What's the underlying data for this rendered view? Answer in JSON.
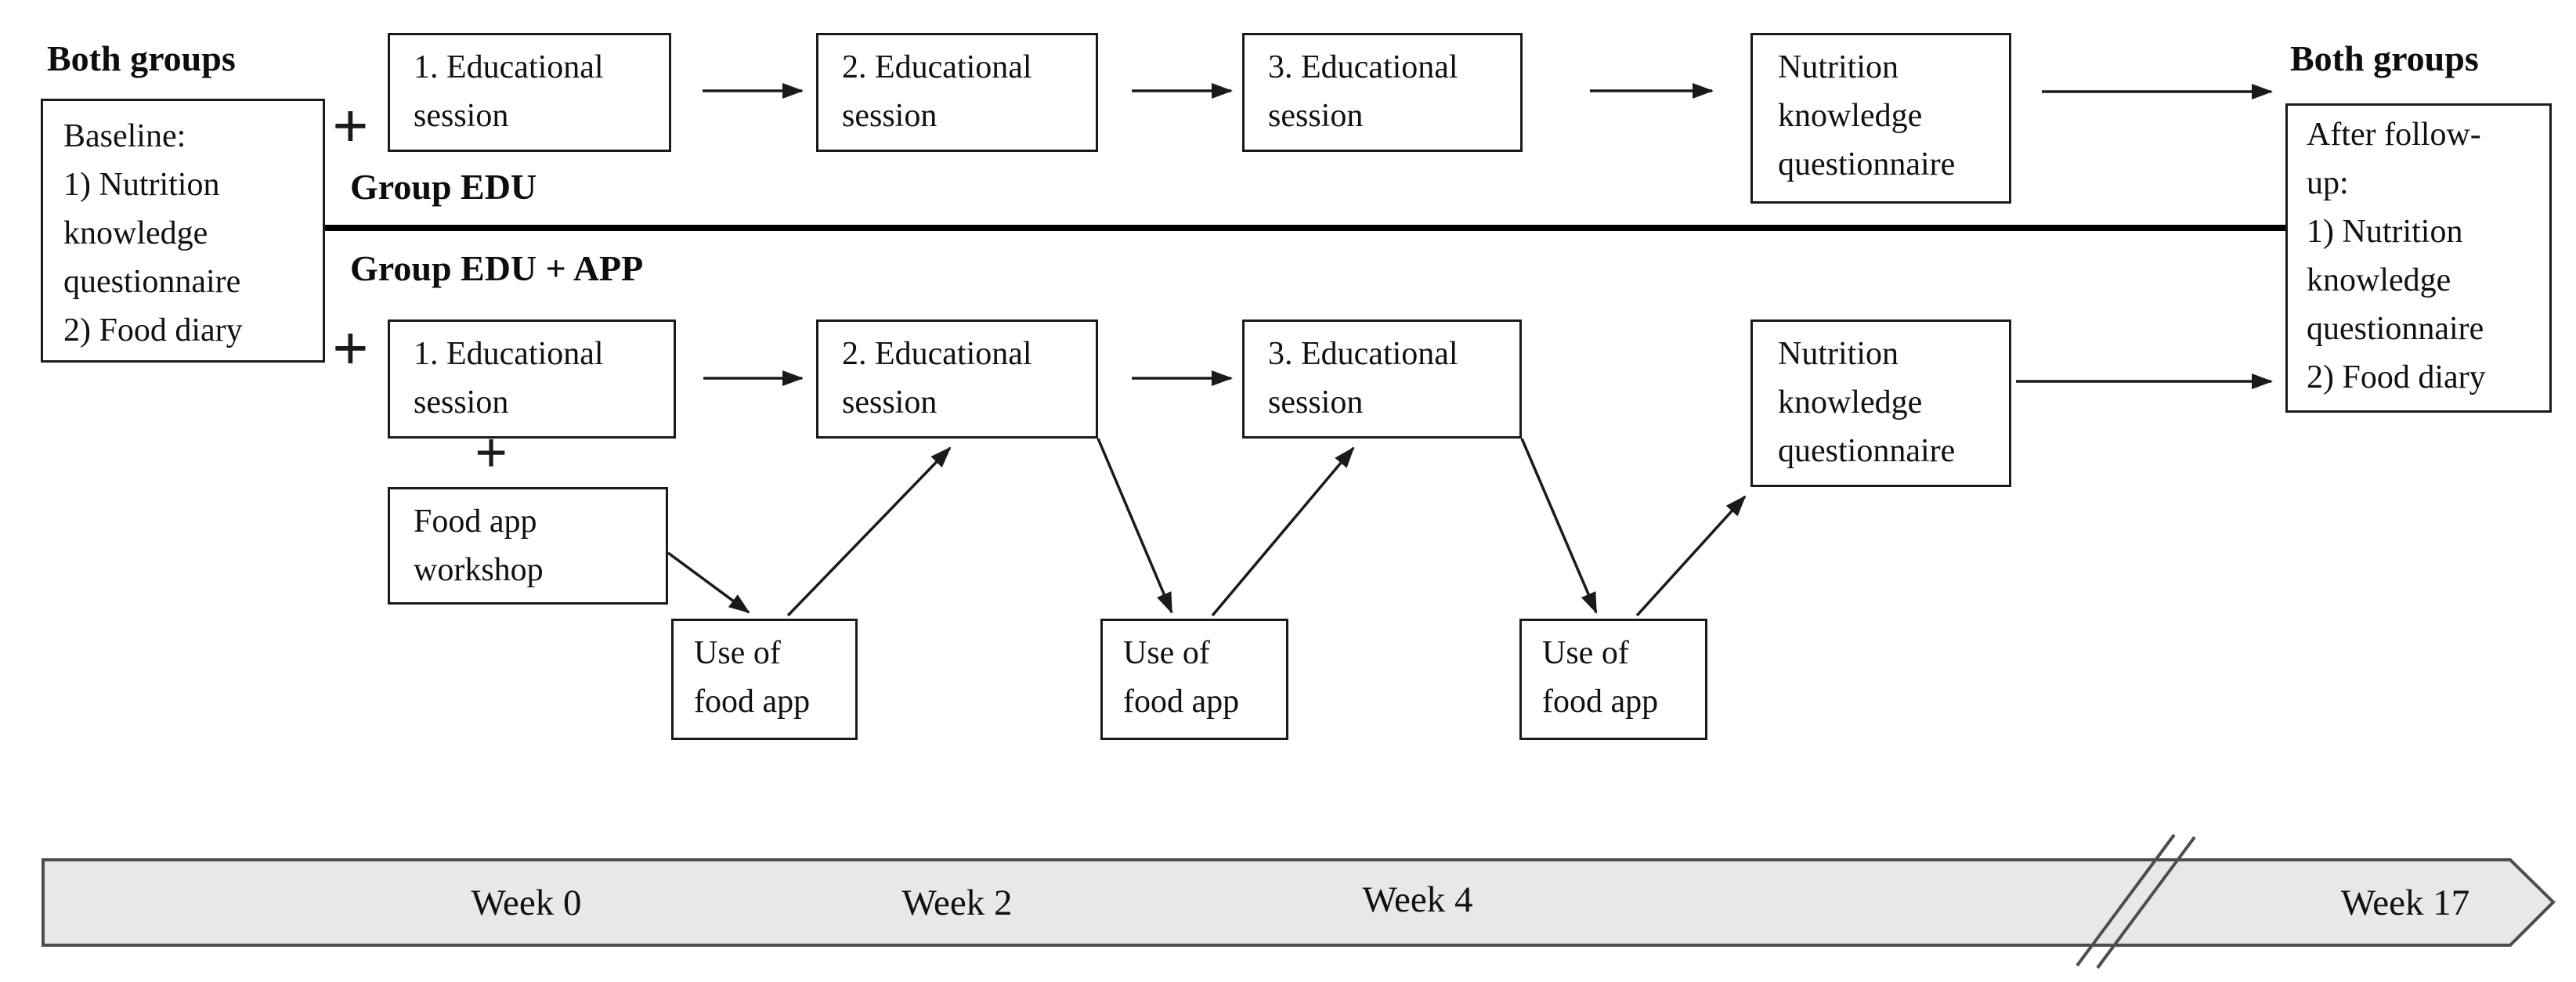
{
  "labels": {
    "both_groups_left": "Both groups",
    "both_groups_right": "Both groups",
    "group_edu": "Group EDU",
    "group_edu_app": "Group EDU + APP",
    "plus_top": "+",
    "plus_mid": "+",
    "plus_workshop": "+"
  },
  "boxes": {
    "baseline": "Baseline:\n1) Nutrition\nknowledge\nquestionnaire\n2) Food diary",
    "edu1_top": "1. Educational\nsession",
    "edu2_top": "2. Educational\nsession",
    "edu3_top": "3. Educational\nsession",
    "nkq_top": "Nutrition\nknowledge\nquestionnaire",
    "after_followup": "After follow-\nup:\n1) Nutrition\nknowledge\nquestionnaire\n2) Food diary",
    "edu1_bottom": "1. Educational\nsession",
    "edu2_bottom": "2. Educational\nsession",
    "edu3_bottom": "3. Educational\nsession",
    "food_app_workshop": "Food app\nworkshop",
    "use_app_1": "Use of\nfood app",
    "use_app_2": "Use of\nfood app",
    "use_app_3": "Use of\nfood app",
    "nkq_bottom": "Nutrition\nknowledge\nquestionnaire"
  },
  "timeline": {
    "labels": [
      "Week 0",
      "Week 2",
      "Week 4",
      "Week 17"
    ]
  },
  "colors": {
    "box_border": "#1a1a1a",
    "arrow": "#1a1a1a",
    "divider": "#000000",
    "banner_fill": "#e9e8e8",
    "banner_border": "#4d4d4d",
    "break_mark": "#4d4d4d"
  }
}
